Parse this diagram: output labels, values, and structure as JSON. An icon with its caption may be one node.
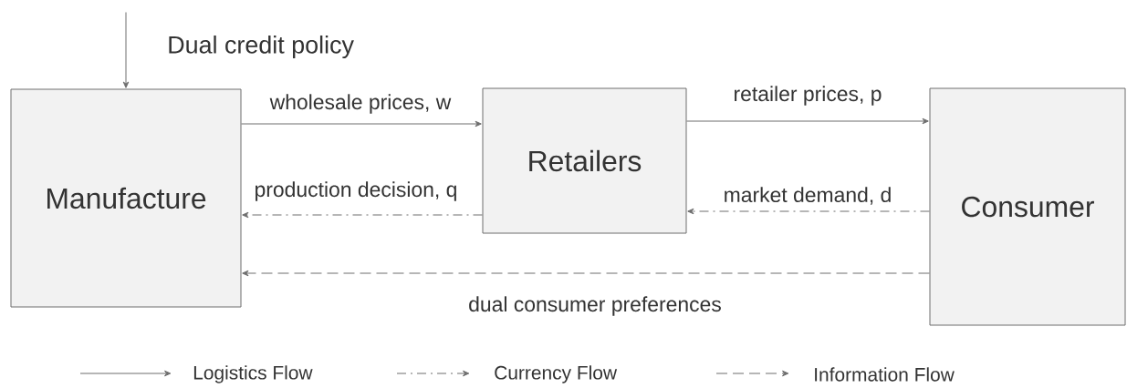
{
  "diagram": {
    "nodes": [
      {
        "text": [
          "Manufacture"
        ]
      },
      {
        "text": [
          "Retailers"
        ]
      },
      {
        "text": [
          "Consumer"
        ]
      }
    ],
    "edges": [
      {
        "from": null,
        "to": 0,
        "arrow": "to",
        "label": "Dual credit policy"
      },
      {
        "from": 0,
        "to": 1,
        "arrow": "to",
        "label": "wholesale prices, w"
      },
      {
        "from": 1,
        "to": 2,
        "arrow": "to",
        "label": "retailer prices, p"
      },
      {
        "from": 1,
        "to": 0,
        "arrow": "to",
        "label": "production decision, q",
        "style": "dashed"
      },
      {
        "from": 2,
        "to": 1,
        "arrow": "to",
        "label": "market demand, d",
        "style": "dashed"
      },
      {
        "from": 2,
        "to": 0,
        "arrow": "to",
        "label": "dual consumer preferences",
        "style": "dashed"
      }
    ],
    "legend": [
      {
        "text": "Logistics Flow"
      },
      {
        "text": "Currency Flow"
      },
      {
        "text": "Information Flow"
      }
    ]
  }
}
